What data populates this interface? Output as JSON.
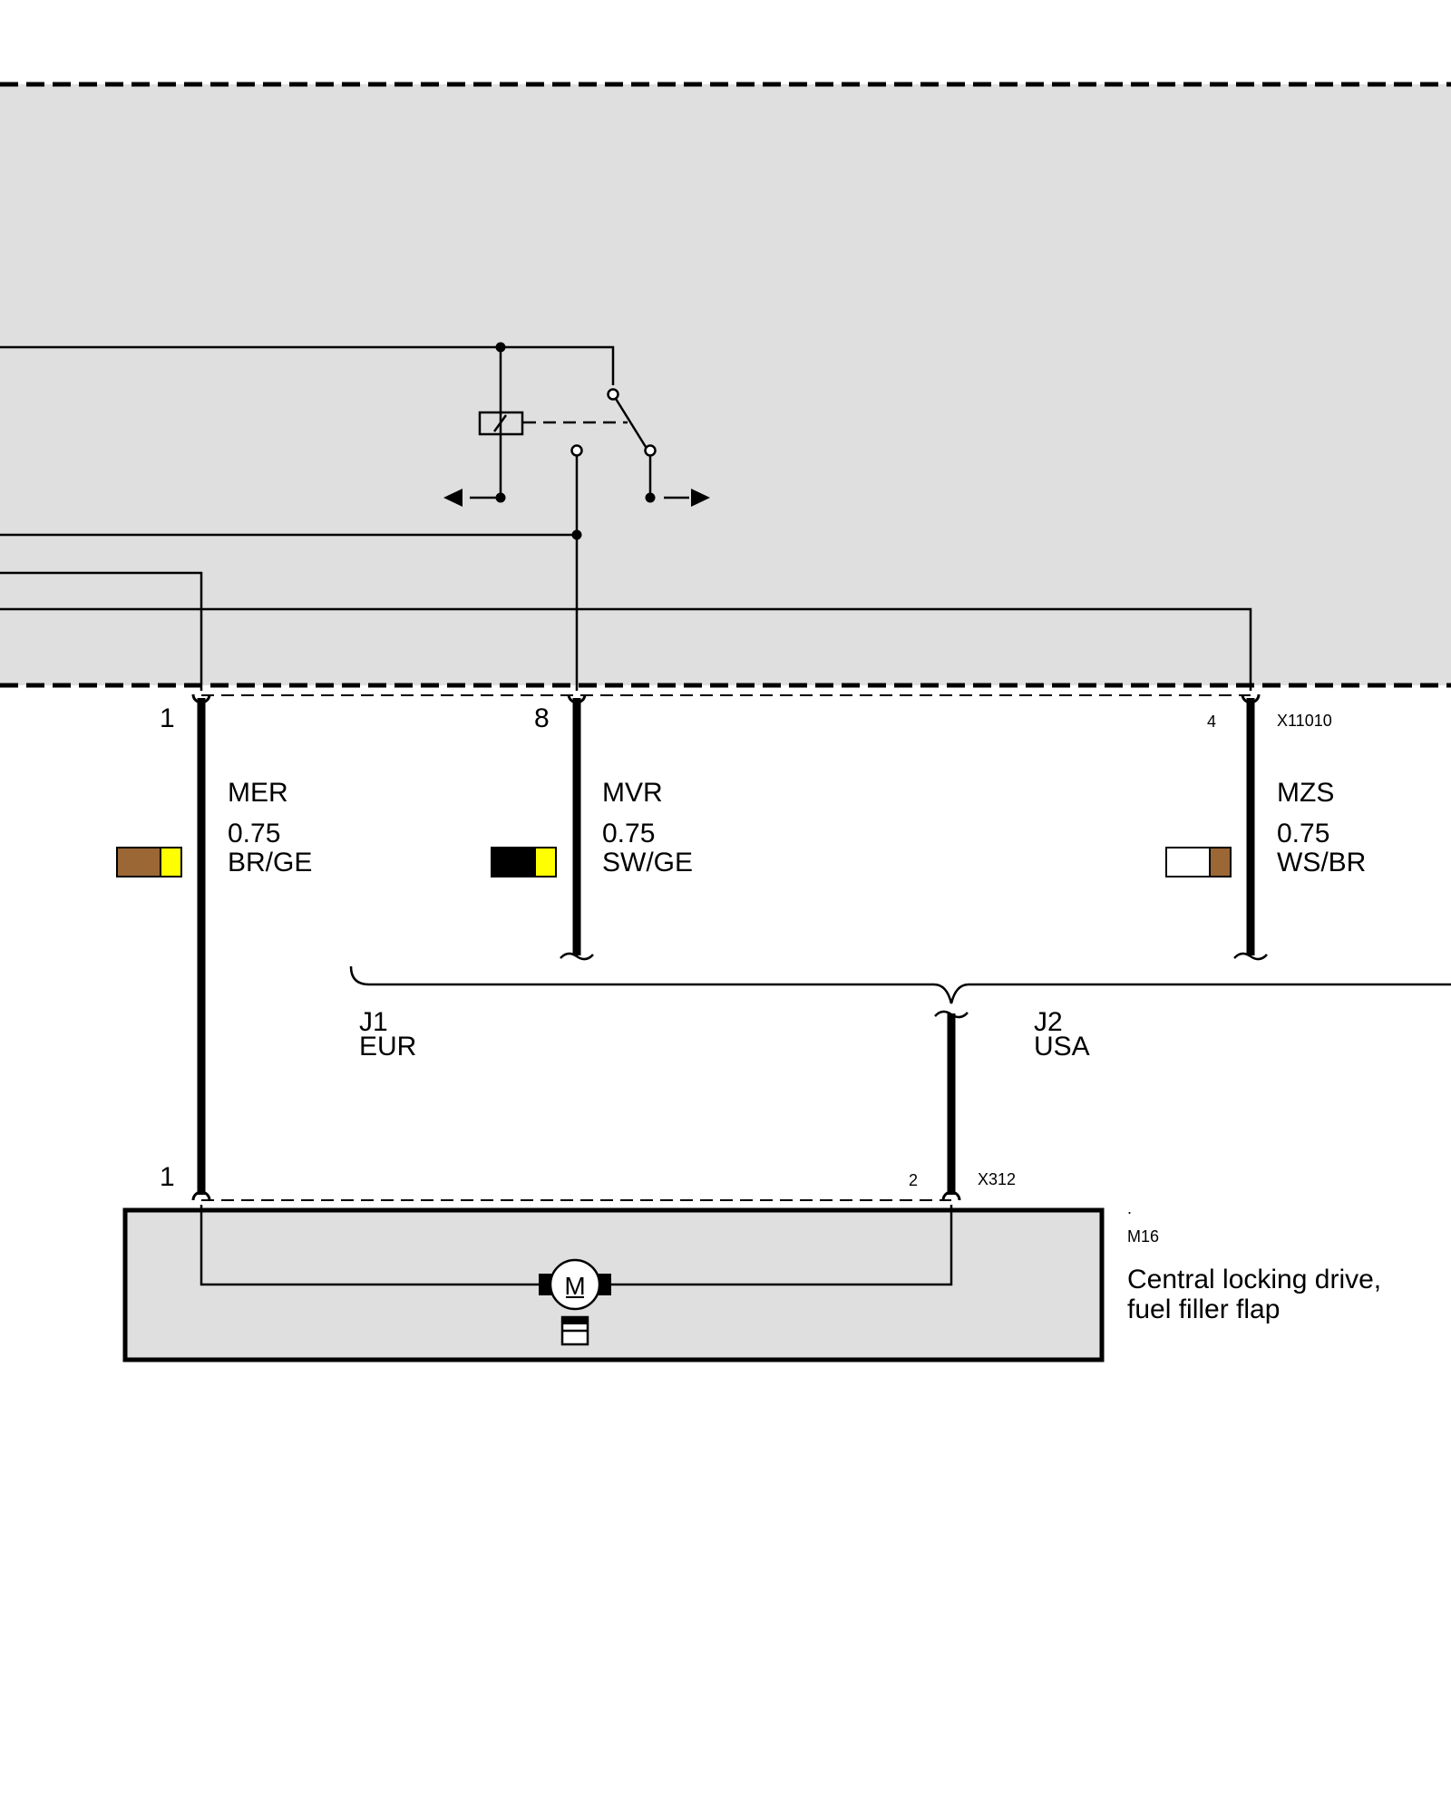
{
  "colors": {
    "module_fill": "#dfdfdf",
    "wire": "#000000",
    "brown": "#9b6734",
    "yellow": "#ffff00",
    "black": "#000000",
    "white": "#ffffff"
  },
  "connector_top": {
    "id": "X11010",
    "wires": [
      {
        "pin": "1",
        "name": "MER",
        "gauge": "0.75",
        "color_code": "BR/GE",
        "swatch": [
          "brown",
          "yellow"
        ]
      },
      {
        "pin": "8",
        "name": "MVR",
        "gauge": "0.75",
        "color_code": "SW/GE",
        "swatch": [
          "black",
          "yellow"
        ]
      },
      {
        "pin": "4",
        "name": "MZS",
        "gauge": "0.75",
        "color_code": "WS/BR",
        "swatch": [
          "white",
          "brown"
        ]
      }
    ]
  },
  "variants": [
    {
      "code": "J1",
      "region": "EUR"
    },
    {
      "code": "J2",
      "region": "USA"
    }
  ],
  "connector_bottom": {
    "id": "X312",
    "pin_left": "1",
    "pin_right": "2"
  },
  "component": {
    "dot": ".",
    "code": "M16",
    "description_line1": "Central locking drive,",
    "description_line2": "fuel filler flap",
    "motor_symbol": "M",
    "motor_icon": "motor-icon"
  }
}
